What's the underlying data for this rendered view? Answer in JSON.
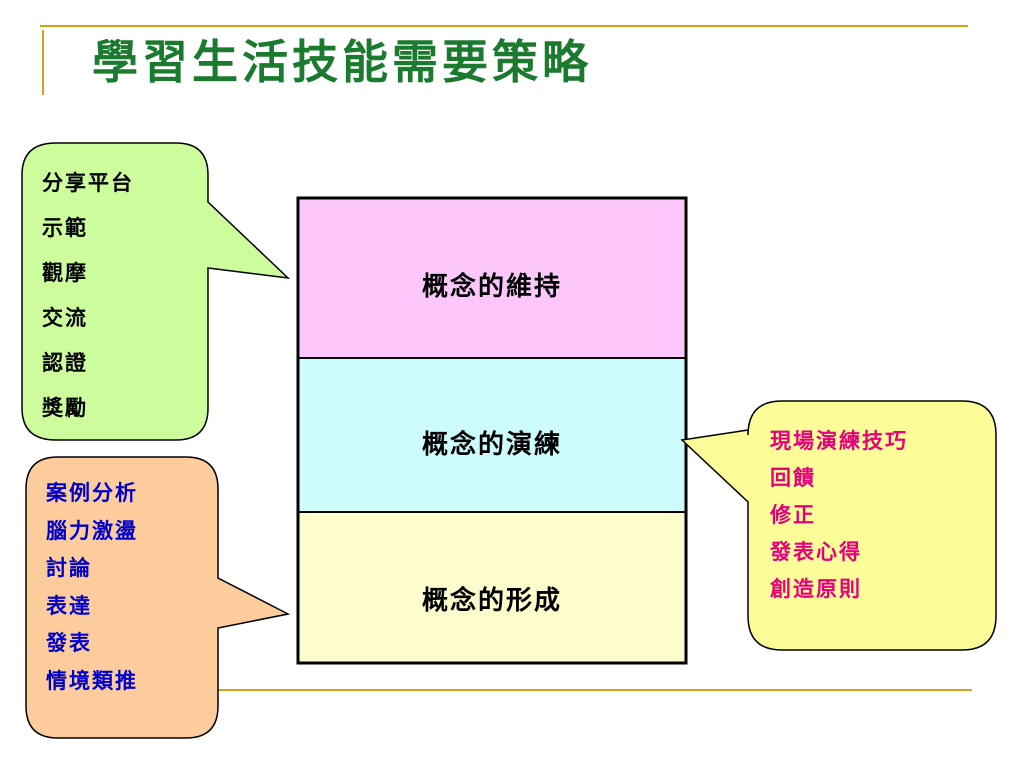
{
  "title": "學習生活技能需要策略",
  "colors": {
    "title": "#1a7a2e",
    "rule": "#d4a017",
    "stack_top": "#fcc8fc",
    "stack_middle": "#ccfcfc",
    "stack_bottom": "#fcfccc",
    "callout_left_top": "#ccfc9c",
    "callout_left_bottom": "#fccc9c",
    "callout_right": "#fcfc99",
    "text_left_top": "#000000",
    "text_left_bottom": "#0000cc",
    "text_right": "#e6007a"
  },
  "stack": {
    "top": "概念的維持",
    "middle": "概念的演練",
    "bottom": "概念的形成"
  },
  "callouts": {
    "left_top": {
      "items": [
        "分享平台",
        "示範",
        "觀摩",
        "交流",
        "認證",
        "獎勵"
      ]
    },
    "left_bottom": {
      "items": [
        "案例分析",
        "腦力激盪",
        "討論",
        "表達",
        "發表",
        "情境類推"
      ]
    },
    "right": {
      "items": [
        "現場演練技巧",
        "回饋",
        "修正",
        "發表心得",
        "創造原則"
      ]
    }
  }
}
